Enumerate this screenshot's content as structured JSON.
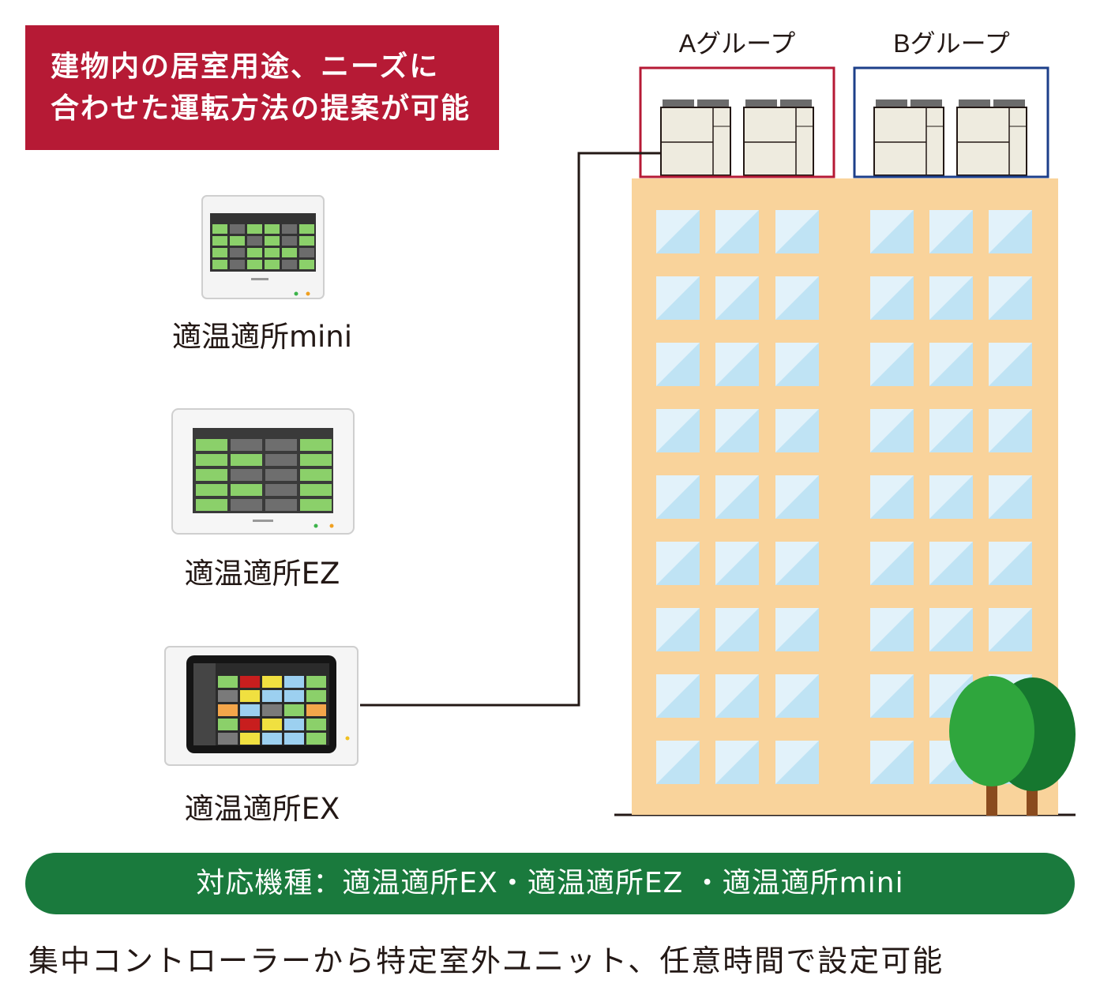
{
  "headline": {
    "line1": "建物内の居室用途、ニーズに",
    "line2": "合わせた運転方法の提案が可能"
  },
  "devices": [
    {
      "label": "適温適所mini"
    },
    {
      "label": "適温適所EZ"
    },
    {
      "label": "適温適所EX"
    }
  ],
  "groups": [
    {
      "label": "Aグループ",
      "color": "#b61a35"
    },
    {
      "label": "Bグループ",
      "color": "#1d3f8a"
    }
  ],
  "compatible_models": "対応機種：適温適所EX・適温適所EZ ・適温適所mini",
  "footer_note": "集中コントローラーから特定室外ユニット、任意時間で設定可能",
  "colors": {
    "headline_bg": "#b61a35",
    "pill_bg": "#1a7a3d",
    "building": "#f9d39b",
    "window": "#bfe3f4",
    "outdoor_unit": "#eeebdf"
  }
}
